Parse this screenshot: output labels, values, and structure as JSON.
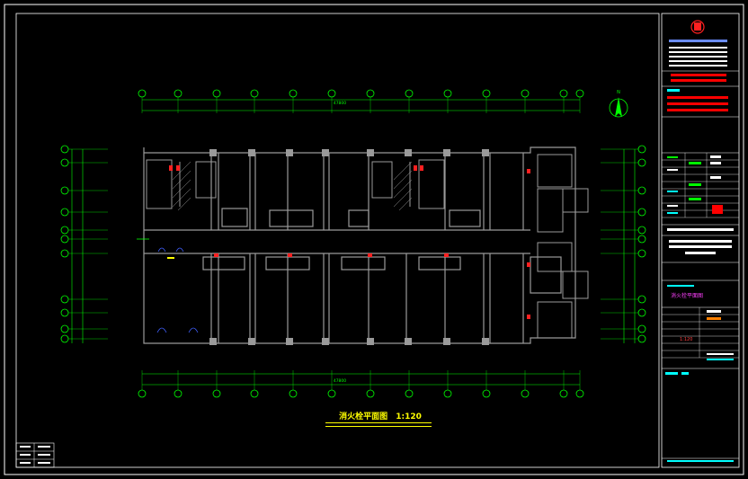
{
  "drawing": {
    "title": "消火栓平面图",
    "scale": "1:120",
    "overall_top_dim": "47800",
    "overall_bottom_dim": "47800"
  },
  "title_block": {
    "drawing_name": "消火栓平面图",
    "scale_value": "1:120"
  },
  "colors": {
    "background": "#000000",
    "frame": "#ffffff",
    "walls": "#9a9a9a",
    "dimension": "#00ff00",
    "axis_bubble": "#00ff00",
    "hydrant": "#ff2020",
    "title_text": "#ffff00",
    "cyan_lines": "#00ffff",
    "red_bar": "#ff0000",
    "magenta_text": "#ff40ff"
  },
  "icons": {
    "north_arrow": "north-arrow-icon",
    "company_logo": "company-logo-icon"
  }
}
